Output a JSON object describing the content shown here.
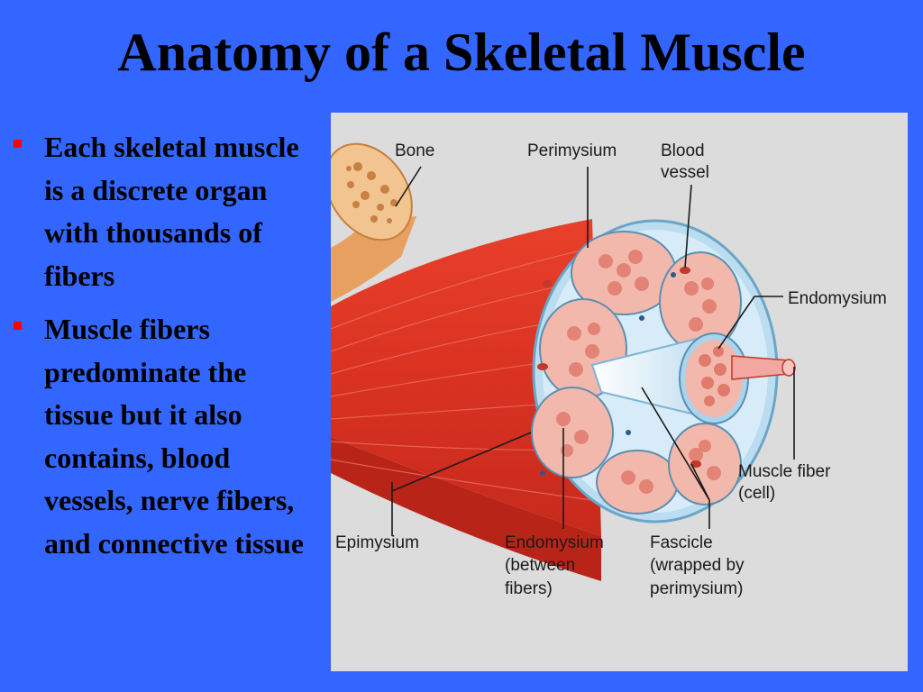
{
  "slide": {
    "title": "Anatomy of a Skeletal Muscle",
    "bullets": [
      {
        "text": "Each skeletal muscle is a discrete organ with thousands of fibers"
      },
      {
        "text": "Muscle fibers predominate the tissue but it also contains, blood vessels, nerve fibers, and connective tissue"
      }
    ],
    "colors": {
      "background": "#3366ff",
      "bullet_marker": "#ff0000",
      "figure_bg": "#dcdcdc"
    }
  },
  "figure": {
    "labels": {
      "bone": "Bone",
      "perimysium": "Perimysium",
      "blood_vessel_1": "Blood",
      "blood_vessel_2": "vessel",
      "endomysium_top": "Endomysium",
      "muscle_fiber_1": "Muscle fiber",
      "muscle_fiber_2": "(cell)",
      "epimysium": "Epimysium",
      "endomysium_1": "Endomysium",
      "endomysium_2": "(between",
      "endomysium_3": "fibers)",
      "fascicle_1": "Fascicle",
      "fascicle_2": "(wrapped by",
      "fascicle_3": "perimysium)"
    }
  }
}
